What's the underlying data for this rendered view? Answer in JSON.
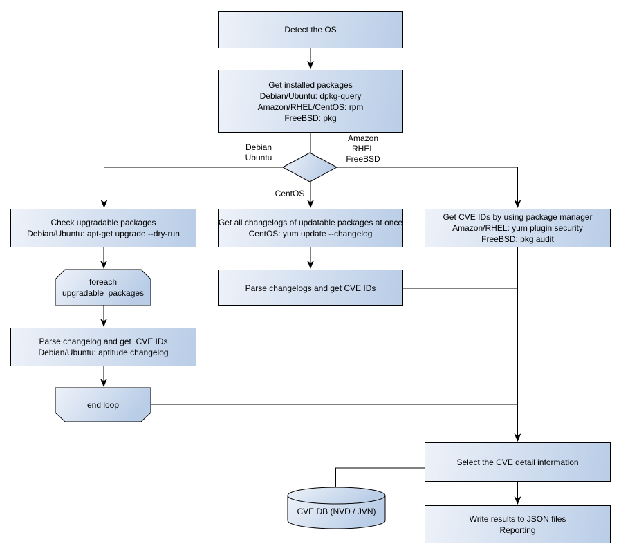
{
  "diagram": {
    "nodes": {
      "detect_os": {
        "lines": [
          "Detect the OS"
        ]
      },
      "get_installed_packages": {
        "lines": [
          "Get installed packages",
          "Debian/Ubuntu: dpkg-query",
          "Amazon/RHEL/CentOS: rpm",
          "FreeBSD: pkg"
        ]
      },
      "check_upgradable": {
        "lines": [
          "Check upgradable packages",
          "Debian/Ubuntu: apt-get upgrade --dry-run"
        ]
      },
      "foreach_loop": {
        "lines": [
          "foreach",
          "upgradable  packages"
        ]
      },
      "parse_changelog": {
        "lines": [
          "Parse changelog and get  CVE IDs",
          "Debian/Ubuntu: aptitude changelog"
        ]
      },
      "end_loop": {
        "lines": [
          "end loop"
        ]
      },
      "get_all_changelogs": {
        "lines": [
          "Get all changelogs of updatable packages at once",
          "CentOS: yum update --changelog"
        ]
      },
      "parse_changelogs": {
        "lines": [
          "Parse changelogs and get CVE IDs"
        ]
      },
      "get_cve_ids_pkg_mgr": {
        "lines": [
          "Get CVE IDs by using package manager",
          "Amazon/RHEL: yum plugin security",
          "FreeBSD: pkg audit"
        ]
      },
      "select_cve_detail": {
        "lines": [
          "Select the CVE detail information"
        ]
      },
      "cve_db": {
        "lines": [
          "CVE DB (NVD / JVN)"
        ]
      },
      "write_results": {
        "lines": [
          "Write results to JSON files",
          "Reporting"
        ]
      }
    },
    "edge_labels": {
      "left_branch": {
        "lines": [
          "Debian",
          "Ubuntu"
        ]
      },
      "right_branch": {
        "lines": [
          "Amazon",
          "RHEL",
          "FreeBSD"
        ]
      },
      "bottom_branch": {
        "lines": [
          "CentOS"
        ]
      }
    },
    "colors": {
      "shape_fill_light": "#eef2f9",
      "shape_fill_dark": "#b9cde7",
      "shape_border": "#000000",
      "connector": "#000000",
      "text": "#000000",
      "background": "#ffffff"
    }
  }
}
